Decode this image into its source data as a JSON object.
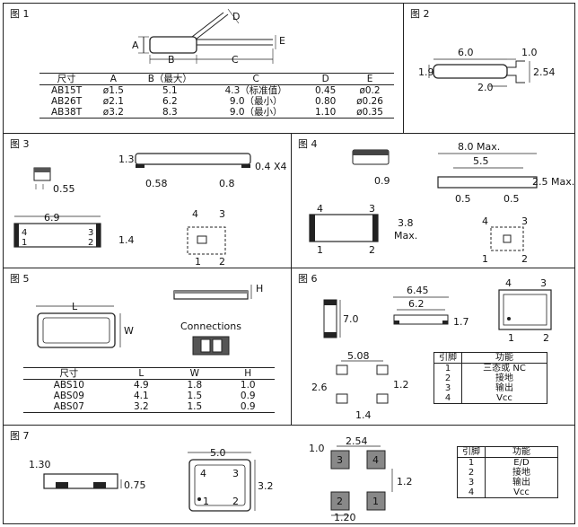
{
  "fig1": {
    "title": "图 1",
    "dims": {
      "A": "A",
      "B": "B",
      "C": "C",
      "D": "D",
      "E": "E"
    },
    "table": {
      "headers": [
        "尺寸",
        "A",
        "B（最大）",
        "C",
        "D",
        "E"
      ],
      "rows": [
        [
          "AB15T",
          "ø1.5",
          "5.1",
          "4.3（标准值）",
          "0.45",
          "ø0.2"
        ],
        [
          "AB26T",
          "ø2.1",
          "6.2",
          "9.0（最小）",
          "0.80",
          "ø0.26"
        ],
        [
          "AB38T",
          "ø3.2",
          "8.3",
          "9.0（最小）",
          "1.10",
          "ø0.35"
        ]
      ]
    }
  },
  "fig2": {
    "title": "图 2",
    "d1": "6.0",
    "d2": "1.0",
    "d3": "1.9",
    "d4": "2.54",
    "d5": "2.0"
  },
  "fig3": {
    "title": "图 3",
    "d055": "0.55",
    "d13": "1.3",
    "d04": "0.4 X4",
    "d058": "0.58",
    "d08": "0.8",
    "d69": "6.9",
    "d14": "1.4",
    "p4": "4",
    "p3": "3",
    "p1": "1",
    "p2": "2"
  },
  "fig4": {
    "title": "图 4",
    "d09": "0.9",
    "d80": "8.0 Max.",
    "d55": "5.5",
    "d25": "2.5 Max.",
    "d05a": "0.5",
    "d05b": "0.5",
    "d38": "3.8",
    "dmax": "Max.",
    "p4": "4",
    "p3": "3",
    "p1": "1",
    "p2": "2"
  },
  "fig5": {
    "title": "图 5",
    "L": "L",
    "W": "W",
    "H": "H",
    "connections": "Connections",
    "table": {
      "headers": [
        "尺寸",
        "L",
        "W",
        "H"
      ],
      "rows": [
        [
          "ABS10",
          "4.9",
          "1.8",
          "1.0"
        ],
        [
          "ABS09",
          "4.1",
          "1.5",
          "0.9"
        ],
        [
          "ABS07",
          "3.2",
          "1.5",
          "0.9"
        ]
      ]
    }
  },
  "fig6": {
    "title": "图 6",
    "d70": "7.0",
    "d645": "6.45",
    "d62": "6.2",
    "d17": "1.7",
    "d508": "5.08",
    "d26": "2.6",
    "d12": "1.2",
    "d14": "1.4",
    "p4": "4",
    "p3": "3",
    "p1": "1",
    "p2": "2",
    "pins": {
      "headers": [
        "引脚",
        "功能"
      ],
      "rows": [
        [
          "1",
          "三态或 NC"
        ],
        [
          "2",
          "接地"
        ],
        [
          "3",
          "输出"
        ],
        [
          "4",
          "Vcc"
        ]
      ]
    }
  },
  "fig7": {
    "title": "图 7",
    "d130": "1.30",
    "d075": "0.75",
    "d50": "5.0",
    "d32": "3.2",
    "d10": "1.0",
    "d254": "2.54",
    "d12": "1.2",
    "d120": "1.20",
    "p4": "4",
    "p3": "3",
    "p1": "1",
    "p2": "2",
    "pins": {
      "headers": [
        "引脚",
        "功能"
      ],
      "rows": [
        [
          "1",
          "E/D"
        ],
        [
          "2",
          "接地"
        ],
        [
          "3",
          "输出"
        ],
        [
          "4",
          "Vcc"
        ]
      ]
    }
  }
}
